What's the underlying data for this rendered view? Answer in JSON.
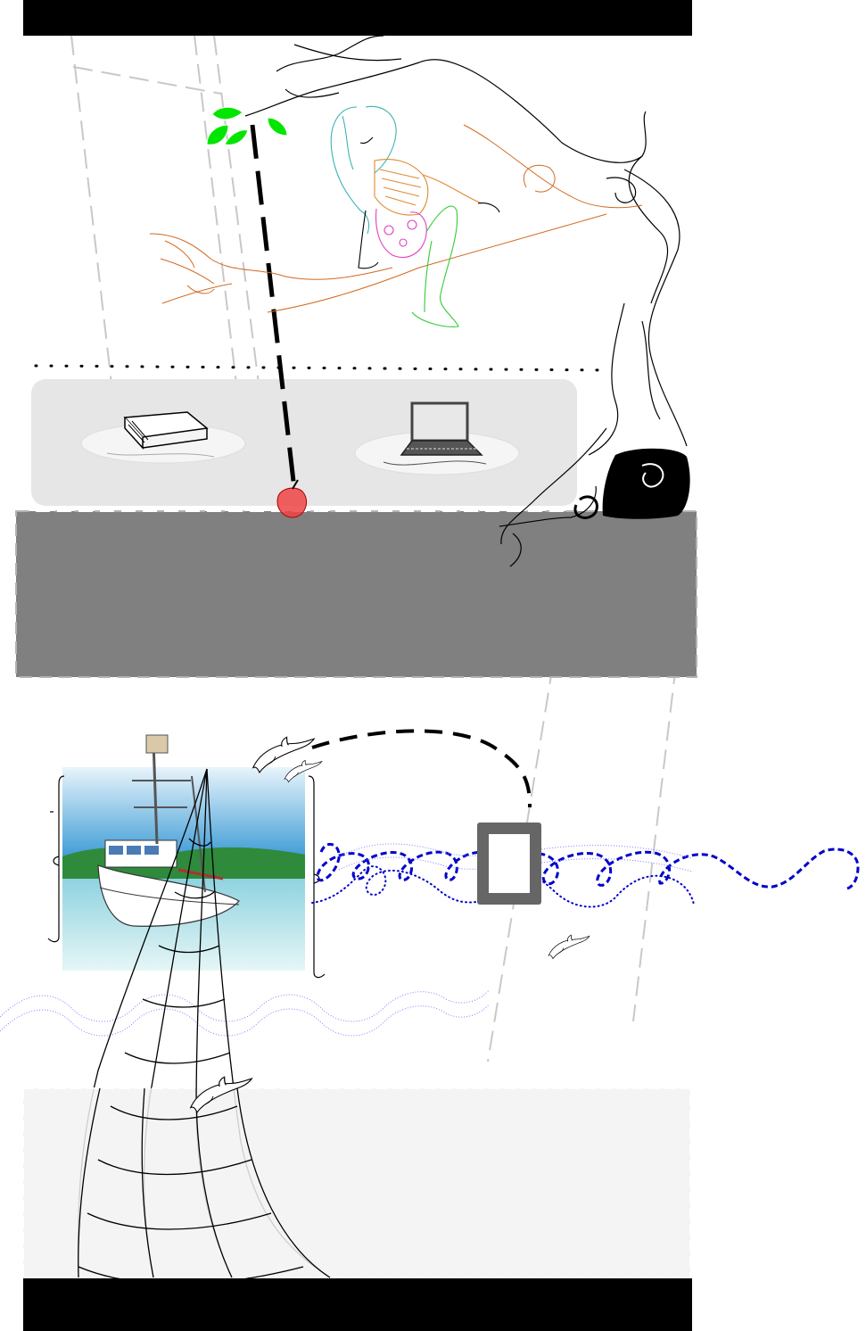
{
  "page": {
    "background": "#ffffff"
  },
  "colors": {
    "frame_bar": "#000000",
    "counter_panel": "#e6e6e6",
    "floor_band": "#808080",
    "bottom_panel": "#f2f2f2",
    "leaf_green": "#00e600",
    "apple_red": "#ee4444",
    "wave_blue": "#0000cc",
    "faint_wave_blue": "#8080ff",
    "tablet_frame": "#666666",
    "branch_orange": "#d2691e",
    "girl_teal": "#3cb3b3",
    "girl_pink": "#e040c0",
    "girl_green": "#33cc33",
    "ink_black": "#000000",
    "guide_gray": "#c8c8c8"
  },
  "icons": [
    "book-icon",
    "laptop-icon",
    "apple-icon",
    "leaf-icon",
    "dolphin-icon",
    "tablet-icon",
    "fishing-boat-painting",
    "fishing-net-drawing",
    "tree-drawing",
    "girl-in-tree-drawing",
    "rock-icon"
  ]
}
